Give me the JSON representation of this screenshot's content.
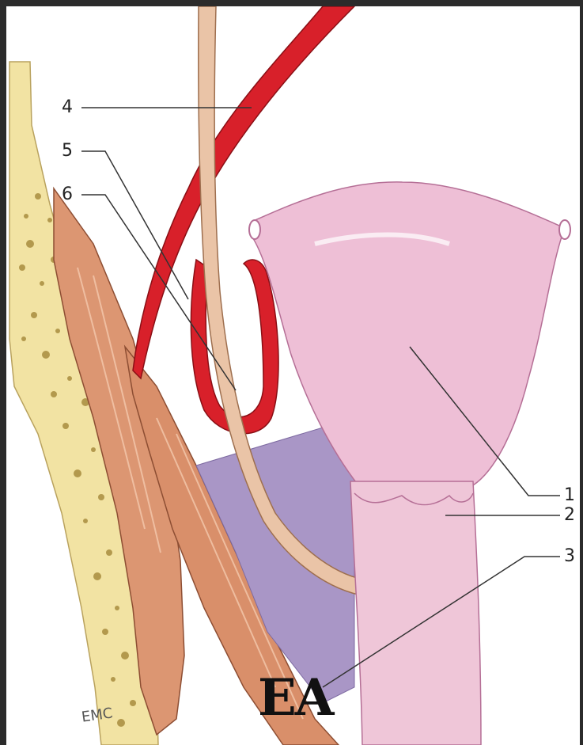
{
  "labels": {
    "l1": "1",
    "l2": "2",
    "l3": "3",
    "l4": "4",
    "l5": "5",
    "l6": "6"
  },
  "watermark": "EA",
  "signature": "EMC",
  "colors": {
    "artery": "#d8202a",
    "nerve": "#e9c3a6",
    "muscle": "#d9936f",
    "bone": "#f1e2a2",
    "larynx": "#edbfd6",
    "trachea": "#efc5d7",
    "membrane": "#a792c4",
    "leader": "#333333"
  }
}
